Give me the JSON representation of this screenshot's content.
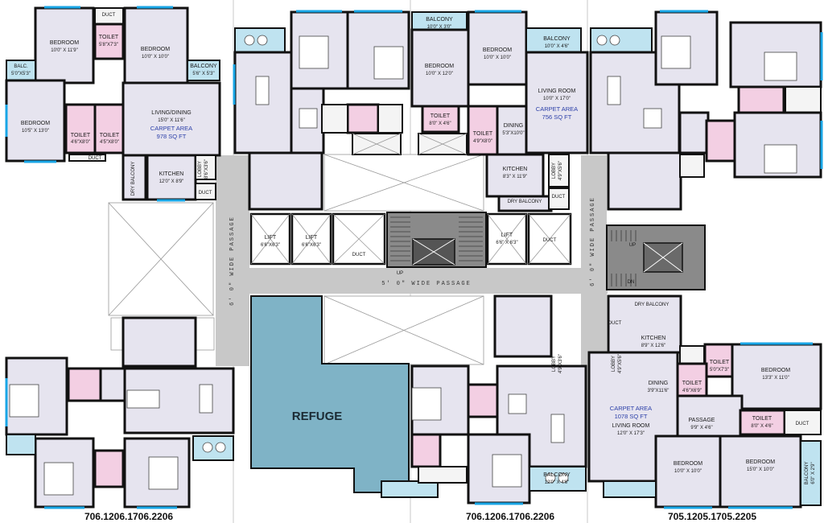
{
  "colors": {
    "room_fill": "#e6e4ef",
    "toilet_fill": "#f3cfe3",
    "balcony_fill": "#bfe3f0",
    "window_stroke": "#19a6e6",
    "passage_fill": "#c8c8c8",
    "refuge_fill": "#7fb3c6",
    "staircase_fill": "#8a8a8a",
    "carpet_area_text": "#2b3fa8"
  },
  "units": {
    "top_left": {
      "label": "706.1206.1706.2206",
      "rooms": {
        "bedroom_1": [
          "BEDROOM",
          "10'0\" X 11'9\""
        ],
        "toilet_1": [
          "TOILET",
          "5'8\"X7'3\""
        ],
        "bedroom_2": [
          "BEDROOM",
          "10'0\" X 10'0\""
        ],
        "balc_left": [
          "BALC.",
          "5'0\"X5'3\""
        ],
        "balcony": [
          "BALCONY",
          "5'6\" X 5'3\""
        ],
        "bedroom_3": [
          "BEDROOM",
          "10'5\" X 13'0\""
        ],
        "toilet_2": [
          "TOILET",
          "4'6\"X8'0\""
        ],
        "toilet_3": [
          "TOILET",
          "4'5\"X8'0\""
        ],
        "living": [
          "LIVING/DINING",
          "15'0\" X 11'6\""
        ],
        "carpet": [
          "CARPET AREA",
          "978 SQ FT"
        ],
        "dry_balcony": "DRY BALCONY",
        "kitchen": [
          "KITCHEN",
          "12'0\" X 8'9\""
        ],
        "lobby": [
          "LOBBY",
          "8'6\"X3'6\""
        ],
        "duct_1": "DUCT",
        "duct_2": "DUCT",
        "duct_3": "DUCT"
      }
    },
    "top_middle": {
      "rooms": {
        "balcony_top": [
          "BALCONY",
          "10'0\" X 3'0\""
        ],
        "bedroom_1": [
          "BEDROOM",
          "10'0\" X 12'0\""
        ],
        "bedroom_2": [
          "BEDROOM",
          "10'0\" X 10'0\""
        ],
        "balcony_right": [
          "BALCONY",
          "10'0\" X 4'6\""
        ],
        "living": [
          "LIVING ROOM",
          "10'0\" X 17'0\""
        ],
        "carpet": [
          "CARPET AREA",
          "756 SQ FT"
        ],
        "toilet_1": [
          "TOILET",
          "8'0\" X 4'6\""
        ],
        "toilet_2": [
          "TOILET",
          "4'9\"X8'0\""
        ],
        "dining": [
          "DINING",
          "5'3\"X10'0\""
        ],
        "kitchen": [
          "KITCHEN",
          "8'3\" X 11'9\""
        ],
        "dry_balcony": "DRY BALCONY",
        "lobby": [
          "LOBBY",
          "4'9\"X5'6\""
        ],
        "duct": "DUCT"
      }
    },
    "core": {
      "lift_1": [
        "LIFT",
        "6'6\"X6'3\""
      ],
      "lift_2": [
        "LIFT",
        "6'6\"X6'3\""
      ],
      "lift_3": [
        "LIFT",
        "6'6\" X 6'3\""
      ],
      "duct_core_1": "DUCT",
      "duct_core_2": "DUCT",
      "passage_h": "5' 0\" WIDE PASSAGE",
      "passage_v_left": "6' 0\" WIDE PASSAGE",
      "passage_v_right": "6' 0\" WIDE PASSAGE",
      "up": "UP",
      "up_right": "UP",
      "dn": "DN",
      "refuge": "REFUGE"
    },
    "bottom_middle": {
      "label": "706.1206.1706.2206",
      "rooms": {
        "lobby": [
          "LOBBY",
          "4'9\"X3'6\""
        ],
        "balcony": [
          "BALCONY",
          "12'0\" X 4'6\""
        ]
      }
    },
    "bottom_right": {
      "label": "705.1205.1705.2205",
      "rooms": {
        "dry_balcony": "DRY BALCONY",
        "kitchen": [
          "KITCHEN",
          "8'9\" X 12'6\""
        ],
        "lobby": [
          "LOBBY",
          "4'9\"X5'6\""
        ],
        "duct": "DUCT",
        "toilet_1": [
          "TOILET",
          "5'0\"X7'3\""
        ],
        "toilet_2": [
          "TOILET",
          "4'6\"X6'9\""
        ],
        "bedroom_1": [
          "BEDROOM",
          "13'3\" X 11'0\""
        ],
        "dining": [
          "DINING",
          "3'9\"X11'6\""
        ],
        "carpet": [
          "CARPET AREA",
          "1078 SQ FT"
        ],
        "living": [
          "LIVING ROOM",
          "12'0\" X 17'3\""
        ],
        "passage": [
          "PASSAGE",
          "9'9\" X 4'6\""
        ],
        "toilet_3": [
          "TOILET",
          "8'0\" X 4'6\""
        ],
        "duct_2": "DUCT",
        "bedroom_2": [
          "BEDROOM",
          "10'0\" X 10'0\""
        ],
        "bedroom_3": [
          "BEDROOM",
          "15'0\" X 10'0\""
        ],
        "balcony": [
          "BALCONY",
          "6'0\" X 2'9\""
        ]
      }
    }
  }
}
